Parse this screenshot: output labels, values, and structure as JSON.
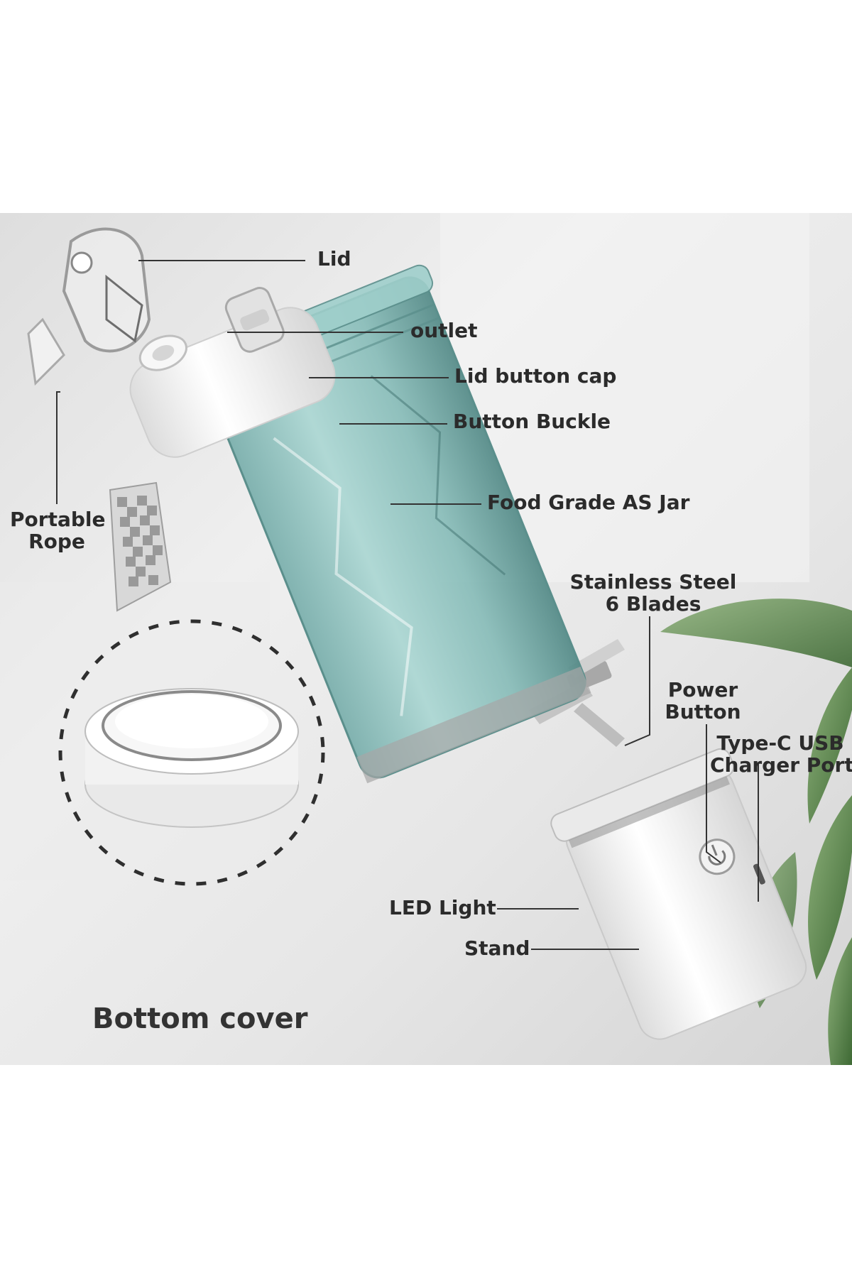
{
  "labels": {
    "lid": "Lid",
    "outlet": "outlet",
    "lid_button_cap": "Lid button  cap",
    "button_buckle": "Button Buckle",
    "food_grade_jar": "Food Grade AS Jar",
    "portable_rope_1": "Portable",
    "portable_rope_2": "Rope",
    "blades_1": "Stainless Steel",
    "blades_2": "6 Blades",
    "power_button_1": "Power",
    "power_button_2": "Button",
    "usb_port_1": "Type-C USB",
    "usb_port_2": "Charger Port",
    "led_light": "LED Light",
    "stand": "Stand",
    "bottom_cover": "Bottom cover"
  },
  "colors": {
    "label_text": "#2b2b2b",
    "leader_line": "#333333",
    "jar_tint": "#8cc3bf",
    "body_white": "#f6f6f6",
    "leaf_green": "#5f8a50",
    "background_gray": "#e4e4e4"
  },
  "icons": {
    "power_button": "power-icon"
  }
}
